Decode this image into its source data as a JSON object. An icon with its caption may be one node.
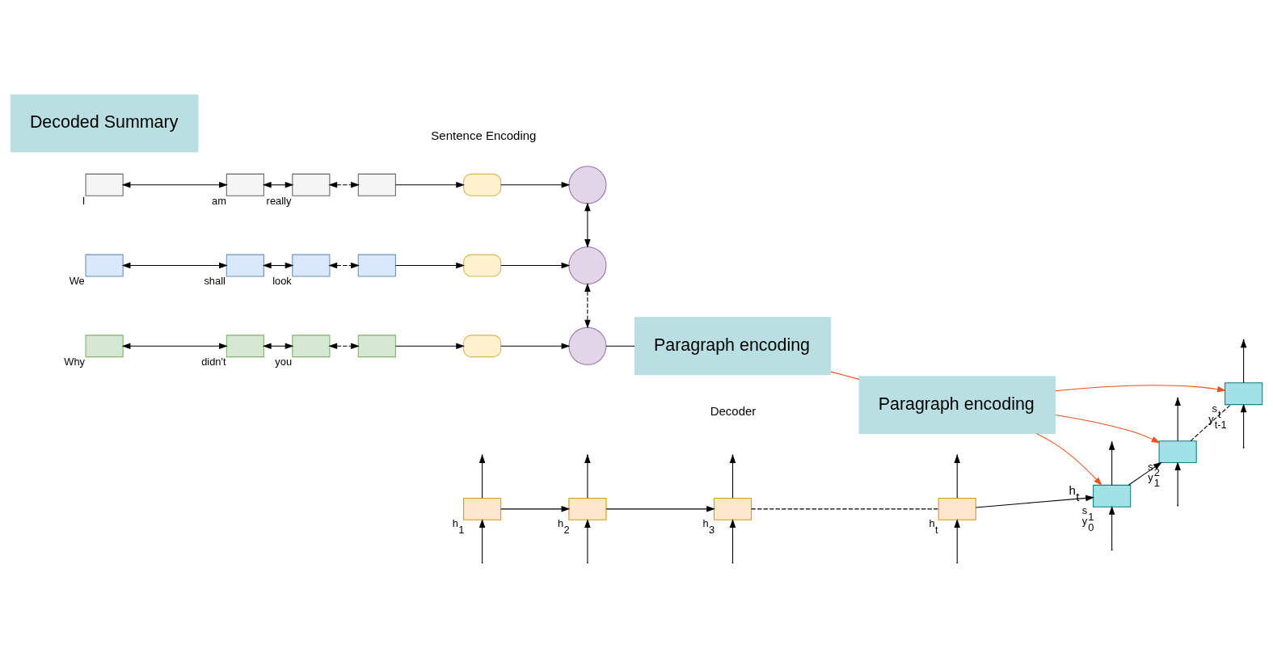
{
  "diagram": {
    "nodes": [
      {
        "text": [],
        "shape": "box",
        "beside": [
          "I"
        ]
      },
      {
        "text": [],
        "shape": "box",
        "beside": [
          "am"
        ]
      },
      {
        "text": [],
        "shape": "box",
        "beside": [
          "really"
        ]
      },
      {
        "text": [],
        "shape": "box"
      },
      {
        "text": [],
        "shape": "box"
      },
      {
        "text": [],
        "shape": "circle"
      },
      {
        "text": [],
        "shape": "box",
        "beside": [
          "We"
        ]
      },
      {
        "text": [],
        "shape": "box",
        "beside": [
          "shall"
        ]
      },
      {
        "text": [],
        "shape": "box",
        "beside": [
          "look"
        ]
      },
      {
        "text": [],
        "shape": "box"
      },
      {
        "text": [],
        "shape": "box"
      },
      {
        "text": [],
        "shape": "circle"
      },
      {
        "text": [],
        "shape": "box",
        "beside": [
          "Why"
        ]
      },
      {
        "text": [],
        "shape": "box",
        "beside": [
          "didn't"
        ]
      },
      {
        "text": [],
        "shape": "box",
        "beside": [
          "you"
        ]
      },
      {
        "text": [],
        "shape": "box"
      },
      {
        "text": [],
        "shape": "box"
      },
      {
        "text": [],
        "shape": "circle"
      },
      {
        "text": [
          "Paragraph encoding"
        ]
      },
      {
        "text": [],
        "shape": "box",
        "beside": [
          "h$_{1}$"
        ]
      },
      {
        "text": [],
        "shape": "box",
        "beside": [
          "h$_{2}$"
        ]
      },
      {
        "text": [],
        "shape": "box",
        "beside": [
          "h$_{3}$"
        ]
      },
      {
        "text": [],
        "shape": "box",
        "beside": [
          "h$_{t}$"
        ]
      },
      {
        "text": [
          "Paragraph encoding"
        ]
      },
      {
        "text": [],
        "shape": "box",
        "beside": [
          "s$_{1}$",
          "y$_{0}$"
        ]
      },
      {
        "text": [],
        "shape": "box",
        "beside": [
          "s$_{2}$",
          "y$_{1}$"
        ]
      },
      {
        "text": [],
        "shape": "box",
        "beside": [
          "s$_{t}$",
          "y$_{t-1}$"
        ]
      },
      {
        "text": [
          "Decoded Summary"
        ]
      }
    ],
    "edges": [
      {
        "from": 0,
        "to": 1,
        "arrow": "both"
      },
      {
        "from": 1,
        "to": 2,
        "arrow": "both"
      },
      {
        "from": 2,
        "to": 3,
        "arrow": "both",
        "style": "dashed"
      },
      {
        "from": 3,
        "to": 4,
        "arrow": "to"
      },
      {
        "from": 4,
        "to": 5,
        "arrow": "to"
      },
      {
        "from": 6,
        "to": 7,
        "arrow": "both"
      },
      {
        "from": 7,
        "to": 8,
        "arrow": "both"
      },
      {
        "from": 8,
        "to": 9,
        "arrow": "both",
        "style": "dashed"
      },
      {
        "from": 9,
        "to": 10,
        "arrow": "to"
      },
      {
        "from": 10,
        "to": 11,
        "arrow": "to"
      },
      {
        "from": 12,
        "to": 13,
        "arrow": "both"
      },
      {
        "from": 13,
        "to": 14,
        "arrow": "both"
      },
      {
        "from": 14,
        "to": 15,
        "arrow": "both",
        "style": "dashed"
      },
      {
        "from": 15,
        "to": 16,
        "arrow": "to"
      },
      {
        "from": 16,
        "to": 17,
        "arrow": "to"
      },
      {
        "from": 5,
        "to": 11,
        "arrow": "both"
      },
      {
        "from": 11,
        "to": 17,
        "arrow": "both",
        "style": "dashed"
      },
      {
        "from": 17,
        "to": 18,
        "arrow": "none"
      },
      {
        "from": 19,
        "to": 20,
        "arrow": "to"
      },
      {
        "from": 20,
        "to": 21,
        "arrow": "to"
      },
      {
        "from": 21,
        "to": 22,
        "arrow": "none",
        "style": "dashed"
      },
      {
        "from": 19,
        "to": null,
        "arrow": "to"
      },
      {
        "from": 20,
        "to": null,
        "arrow": "to"
      },
      {
        "from": 21,
        "to": null,
        "arrow": "to"
      },
      {
        "from": 22,
        "to": null,
        "arrow": "to"
      },
      {
        "from": null,
        "to": 19,
        "arrow": "to"
      },
      {
        "from": null,
        "to": 20,
        "arrow": "to"
      },
      {
        "from": null,
        "to": 21,
        "arrow": "to"
      },
      {
        "from": null,
        "to": 22,
        "arrow": "to"
      },
      {
        "from": 22,
        "to": 24,
        "arrow": "to",
        "label": "h$_{t}$"
      },
      {
        "from": 24,
        "to": 25,
        "arrow": "to"
      },
      {
        "from": 25,
        "to": 26,
        "arrow": "none",
        "style": "dashed"
      },
      {
        "from": 24,
        "to": null,
        "arrow": "to"
      },
      {
        "from": 25,
        "to": null,
        "arrow": "to"
      },
      {
        "from": 26,
        "to": null,
        "arrow": "to"
      },
      {
        "from": null,
        "to": 24,
        "arrow": "to"
      },
      {
        "from": null,
        "to": 25,
        "arrow": "to"
      },
      {
        "from": null,
        "to": 26,
        "arrow": "to"
      },
      {
        "from": 18,
        "to": 23,
        "arrow": "none",
        "color": "#e8501e"
      },
      {
        "from": 23,
        "to": 24,
        "arrow": "to",
        "color": "#e8501e"
      },
      {
        "from": 23,
        "to": 25,
        "arrow": "to",
        "color": "#e8501e"
      },
      {
        "from": 23,
        "to": 26,
        "arrow": "to",
        "color": "#e8501e"
      }
    ],
    "labels": [
      "Sentence Encoding",
      "Decoder"
    ]
  }
}
